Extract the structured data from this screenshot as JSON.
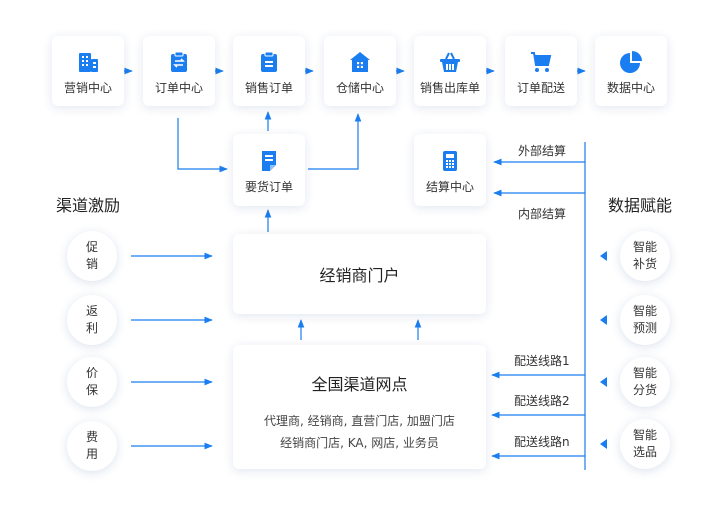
{
  "colors": {
    "accent": "#1a7df0",
    "text": "#333333",
    "shadow": "rgba(40,80,140,0.14)"
  },
  "flow": [
    {
      "label": "营销中心",
      "icon": "building-icon"
    },
    {
      "label": "订单中心",
      "icon": "clipboard-exchange-icon"
    },
    {
      "label": "销售订单",
      "icon": "clipboard-icon"
    },
    {
      "label": "仓储中心",
      "icon": "warehouse-icon"
    },
    {
      "label": "销售出库单",
      "icon": "basket-icon"
    },
    {
      "label": "订单配送",
      "icon": "cart-icon"
    },
    {
      "label": "数据中心",
      "icon": "pie-chart-icon"
    }
  ],
  "requisition": {
    "label": "要货订单",
    "icon": "document-icon"
  },
  "settlement": {
    "label": "结算中心",
    "icon": "calculator-icon"
  },
  "left_title": "渠道激励",
  "right_title": "数据赋能",
  "incentives": [
    {
      "line1": "促",
      "line2": "销"
    },
    {
      "line1": "返",
      "line2": "利"
    },
    {
      "line1": "价",
      "line2": "保"
    },
    {
      "line1": "费",
      "line2": "用"
    }
  ],
  "empowerment": [
    {
      "line1": "智能",
      "line2": "补货"
    },
    {
      "line1": "智能",
      "line2": "预测"
    },
    {
      "line1": "智能",
      "line2": "分货"
    },
    {
      "line1": "智能",
      "line2": "选品"
    }
  ],
  "portal": {
    "title": "经销商门户"
  },
  "network": {
    "title": "全国渠道网点",
    "line1": "代理商, 经销商, 直营门店, 加盟门店",
    "line2": "经销商门店, KA, 网店, 业务员"
  },
  "edge_labels": {
    "external": "外部结算",
    "internal": "内部结算",
    "route1": "配送线路1",
    "route2": "配送线路2",
    "routen": "配送线路n"
  }
}
